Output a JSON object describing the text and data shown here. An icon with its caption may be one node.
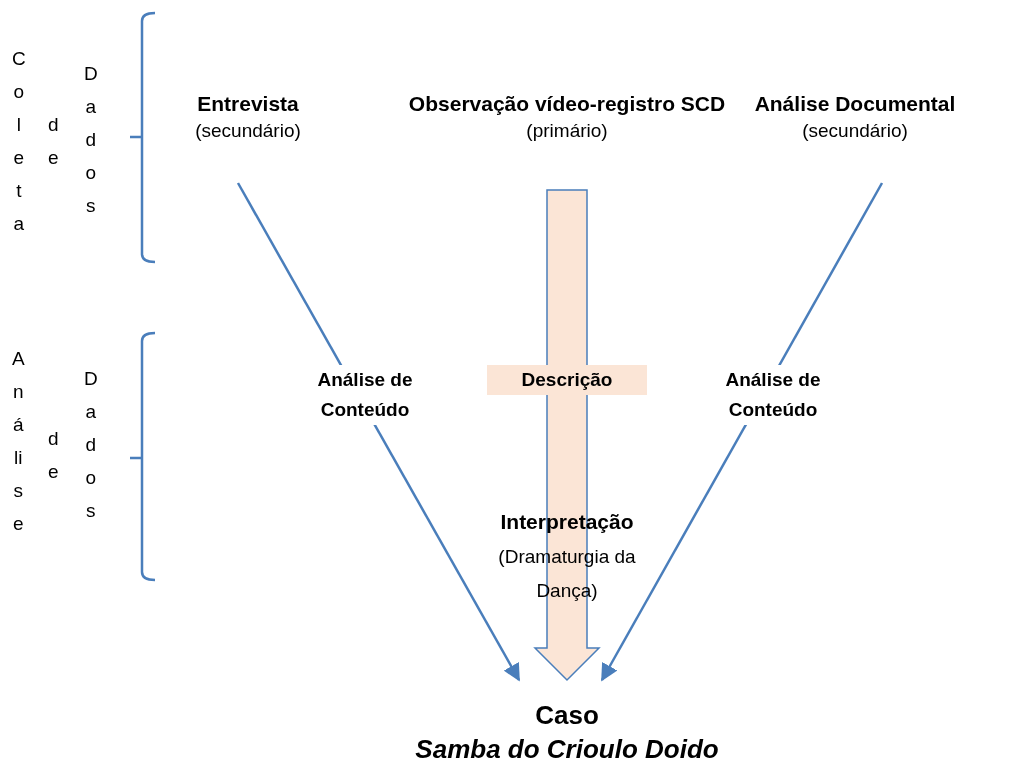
{
  "diagram": {
    "nodes": [
      {
        "text": [
          "Entrevista",
          "(secundário)"
        ]
      },
      {
        "text": [
          "Observação vídeo-registro SCD",
          "(primário)"
        ]
      },
      {
        "text": [
          "Análise Documental",
          "(secundário)"
        ]
      },
      {
        "text": [
          "Caso",
          "Samba do Crioulo Doido"
        ]
      }
    ],
    "edges": [
      {
        "from": 0,
        "to": 3,
        "arrow": "to",
        "label": "Análise de Conteúdo"
      },
      {
        "from": 1,
        "to": 3,
        "arrow": "to",
        "label": "Descrição",
        "style": "thick",
        "color": "#fbe5d6"
      },
      {
        "from": 2,
        "to": 3,
        "arrow": "to",
        "label": "Análise de Conteúdo"
      }
    ],
    "labels": [
      "Coleta",
      "de",
      "Dados",
      "Análise",
      "de",
      "Dados",
      "Interpretação",
      "(Dramaturgia da Dança)"
    ]
  }
}
